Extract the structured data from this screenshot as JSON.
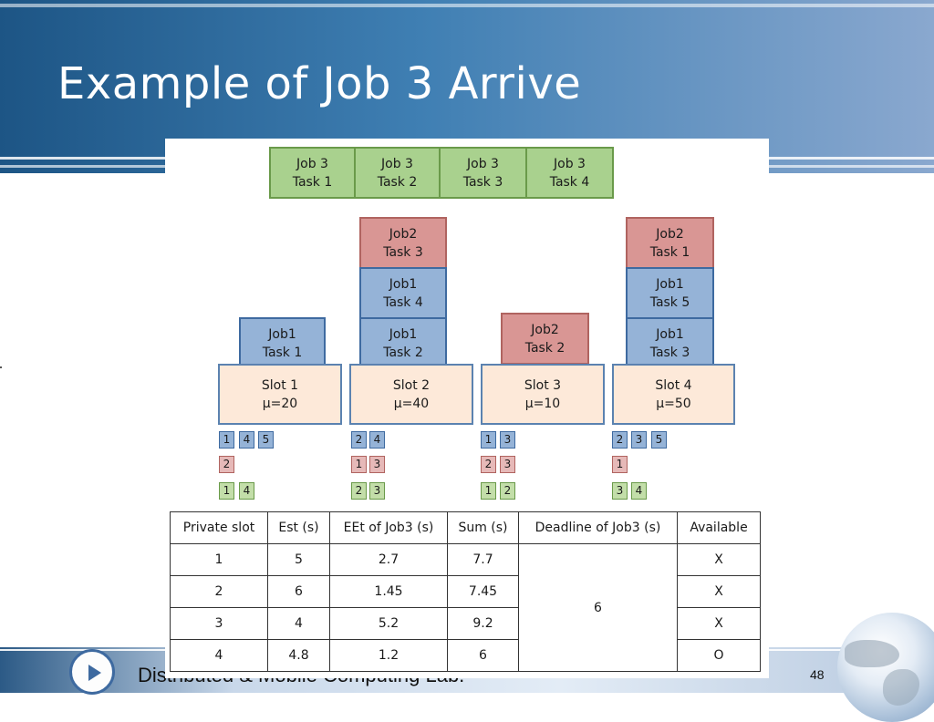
{
  "title": "Example of Job 3 Arrive",
  "job3_tasks": [
    {
      "job": "Job 3",
      "task": "Task 1"
    },
    {
      "job": "Job 3",
      "task": "Task 2"
    },
    {
      "job": "Job 3",
      "task": "Task 3"
    },
    {
      "job": "Job 3",
      "task": "Task 4"
    }
  ],
  "slots": [
    {
      "name": "Slot 1",
      "mu": "µ=20",
      "stack": [
        {
          "job": "Job1",
          "task": "Task 1",
          "color": "blue"
        }
      ],
      "queues": {
        "blue": [
          "1",
          "4",
          "5"
        ],
        "red": [
          "2"
        ],
        "green": [
          "1",
          "4"
        ]
      }
    },
    {
      "name": "Slot 2",
      "mu": "µ=40",
      "stack": [
        {
          "job": "Job1",
          "task": "Task 2",
          "color": "blue"
        },
        {
          "job": "Job1",
          "task": "Task 4",
          "color": "blue"
        },
        {
          "job": "Job2",
          "task": "Task 3",
          "color": "red"
        }
      ],
      "queues": {
        "blue": [
          "2",
          "4"
        ],
        "red": [
          "1",
          "3"
        ],
        "green": [
          "2",
          "3"
        ]
      }
    },
    {
      "name": "Slot 3",
      "mu": "µ=10",
      "stack": [
        {
          "job": "Job2",
          "task": "Task 2",
          "color": "red"
        }
      ],
      "queues": {
        "blue": [
          "1",
          "3"
        ],
        "red": [
          "2",
          "3"
        ],
        "green": [
          "1",
          "2"
        ]
      }
    },
    {
      "name": "Slot 4",
      "mu": "µ=50",
      "stack": [
        {
          "job": "Job1",
          "task": "Task 3",
          "color": "blue"
        },
        {
          "job": "Job1",
          "task": "Task 5",
          "color": "blue"
        },
        {
          "job": "Job2",
          "task": "Task 1",
          "color": "red"
        }
      ],
      "queues": {
        "blue": [
          "2",
          "3",
          "5"
        ],
        "red": [
          "1"
        ],
        "green": [
          "3",
          "4"
        ]
      }
    }
  ],
  "table": {
    "headers": [
      "Private slot",
      "Est (s)",
      "EEt of Job3 (s)",
      "Sum (s)",
      "Deadline of Job3 (s)",
      "Available"
    ],
    "rows": [
      [
        "1",
        "5",
        "2.7",
        "7.7",
        "X"
      ],
      [
        "2",
        "6",
        "1.45",
        "7.45",
        "X"
      ],
      [
        "3",
        "4",
        "5.2",
        "9.2",
        "X"
      ],
      [
        "4",
        "4.8",
        "1.2",
        "6",
        "O"
      ]
    ],
    "deadline": "6"
  },
  "footer": {
    "lab": "Distributed & Mobile Computing Lab.",
    "page": "48"
  }
}
